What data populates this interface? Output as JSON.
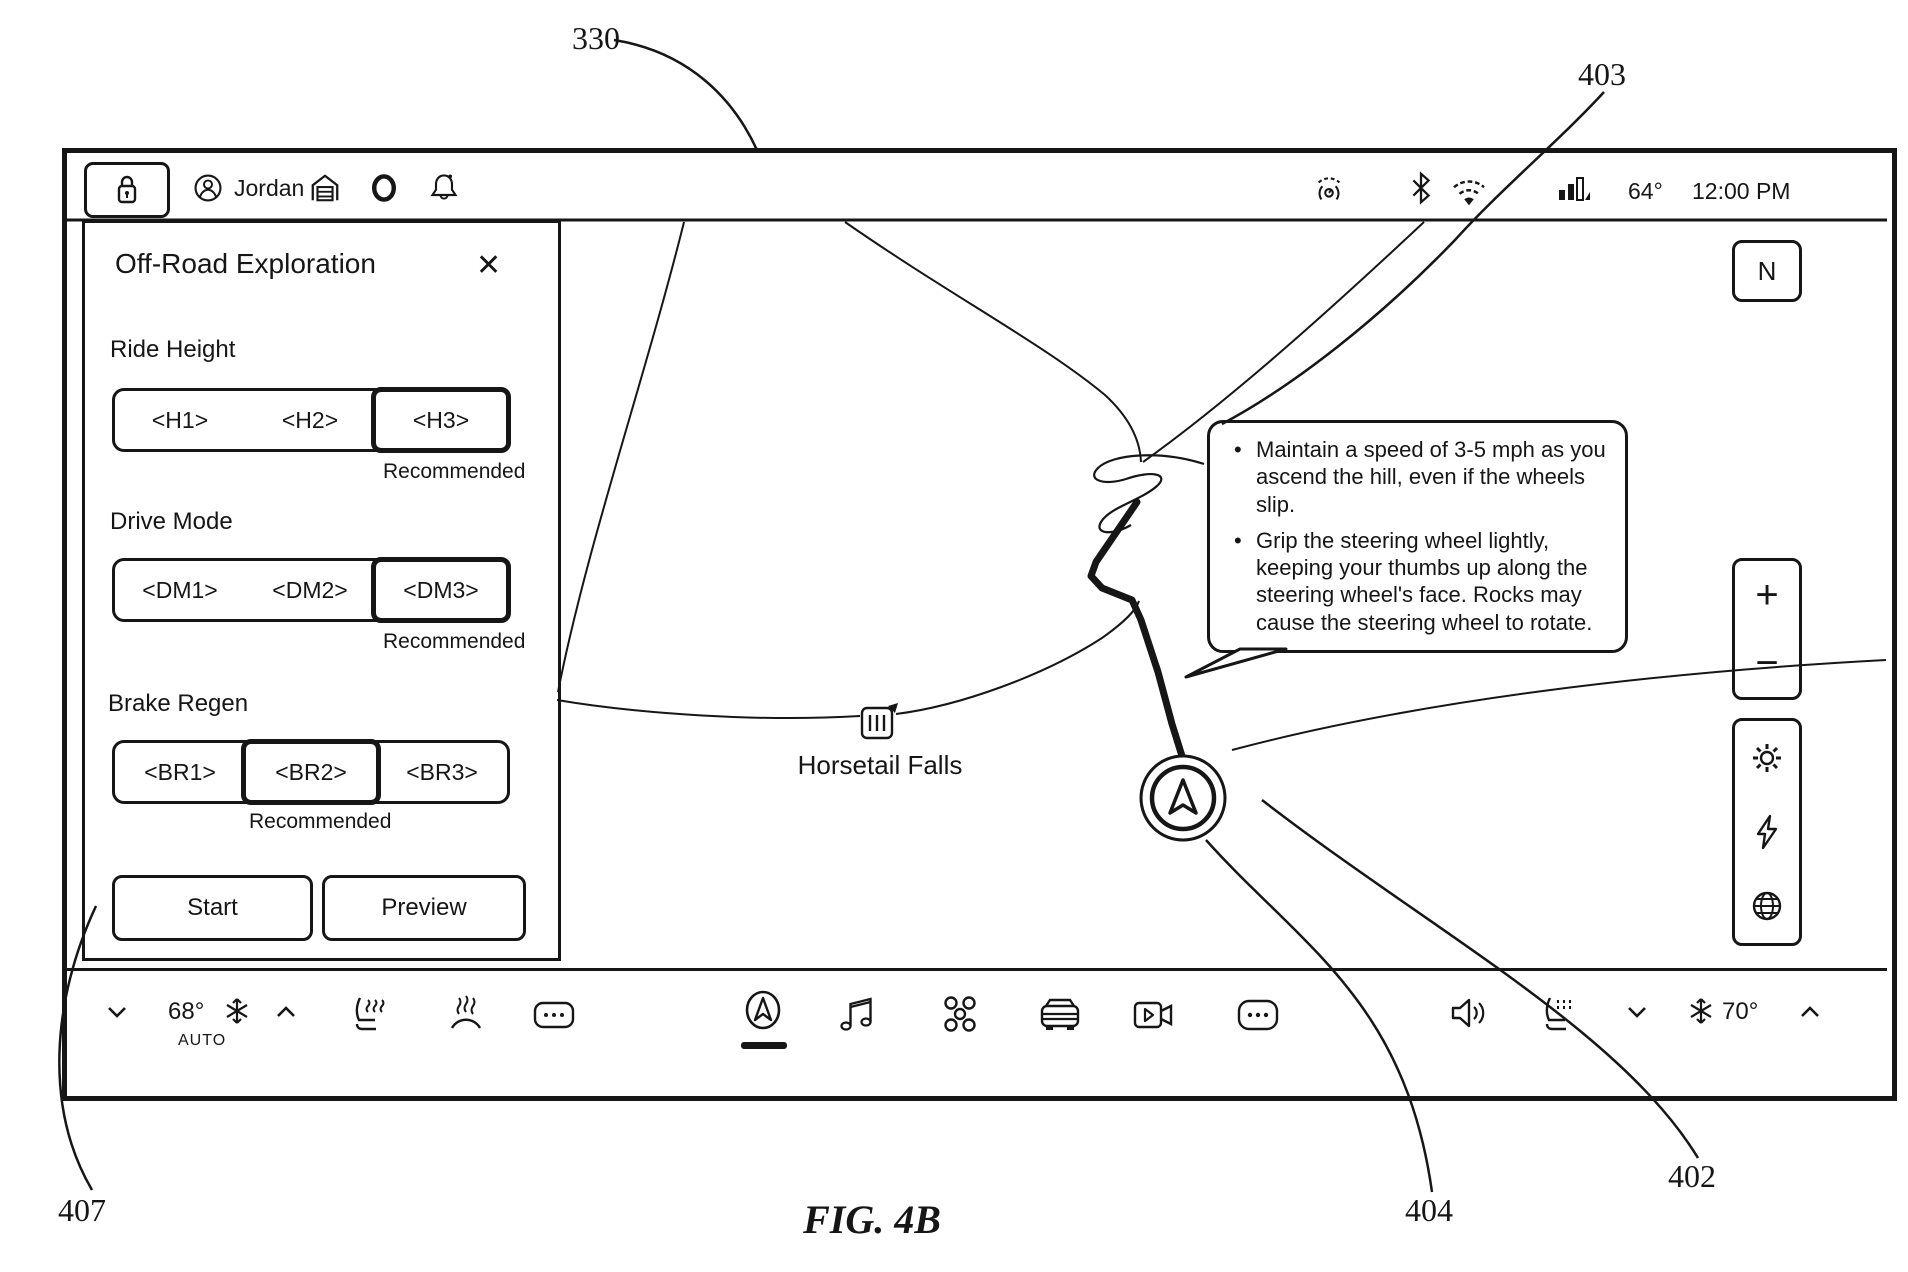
{
  "figure": {
    "fig_label": "FIG. 4B",
    "refs": {
      "r330": "330",
      "r403": "403",
      "r402": "402",
      "r404": "404",
      "r407": "407"
    }
  },
  "status_bar": {
    "user_name": "Jordan",
    "temperature": "64°",
    "time": "12:00 PM"
  },
  "panel": {
    "title": "Off-Road Exploration",
    "close_glyph": "✕",
    "sections": [
      {
        "label": "Ride Height",
        "options": [
          "<H1>",
          "<H2>",
          "<H3>"
        ],
        "selected": "<H3>",
        "recommended": "Recommended"
      },
      {
        "label": "Drive Mode",
        "options": [
          "<DM1>",
          "<DM2>",
          "<DM3>"
        ],
        "selected": "<DM3>",
        "recommended": "Recommended"
      },
      {
        "label": "Brake Regen",
        "options": [
          "<BR1>",
          "<BR2>",
          "<BR3>"
        ],
        "selected": "<BR2>",
        "recommended": "Recommended"
      }
    ],
    "start_label": "Start",
    "preview_label": "Preview"
  },
  "map": {
    "poi_label": "Horsetail Falls",
    "compass_label": "N",
    "zoom_in": "+",
    "zoom_out": "−",
    "callout_bullets": [
      "Maintain a speed of 3-5 mph as you ascend the hill, even if the wheels slip.",
      "Grip the steering wheel lightly, keeping your thumbs up along the steering wheel's face. Rocks may cause the steering wheel to rotate."
    ]
  },
  "bottom_bar": {
    "driver_temp": "68°",
    "auto_label": "AUTO",
    "passenger_temp": "70°"
  },
  "colors": {
    "ink": "#161616",
    "paper": "#ffffff"
  }
}
